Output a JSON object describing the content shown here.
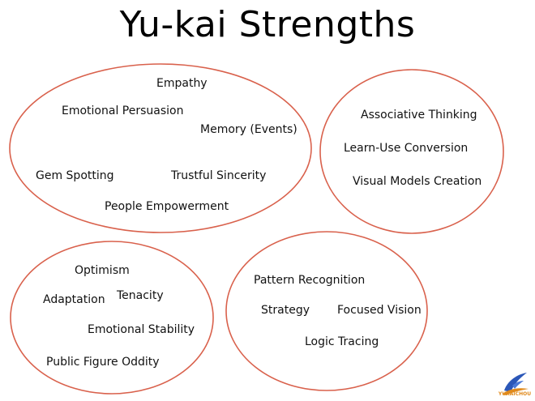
{
  "title": "Yu-kai Strengths",
  "colors": {
    "ellipse_stroke": "#d9614c",
    "text": "#111111",
    "logo_blue": "#2b57b8",
    "logo_orange": "#e08a1c"
  },
  "groups": [
    {
      "items": [
        "Empathy",
        "Emotional Persuasion",
        "Memory (Events)",
        "Gem Spotting",
        "Trustful Sincerity",
        "People Empowerment"
      ]
    },
    {
      "items": [
        "Associative Thinking",
        "Learn-Use Conversion",
        "Visual Models Creation"
      ]
    },
    {
      "items": [
        "Optimism",
        "Adaptation",
        "Tenacity",
        "Emotional Stability",
        "Public Figure Oddity"
      ]
    },
    {
      "items": [
        "Pattern Recognition",
        "Strategy",
        "Focused Vision",
        "Logic Tracing"
      ]
    }
  ],
  "logo": {
    "icon": "yukaichou-logo-icon",
    "text": "YUKAICHOU"
  }
}
